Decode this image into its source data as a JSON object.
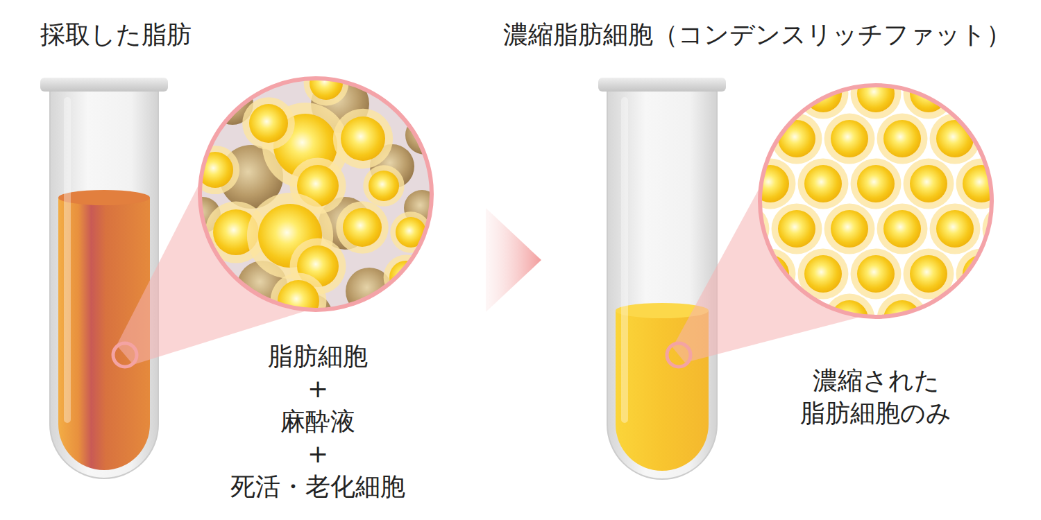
{
  "diagram": {
    "nodes": [
      {
        "text": [
          "採取した脂肪",
          "脂肪細胞 + 麻酔液 + 死活・老化細胞"
        ]
      },
      {
        "text": [
          "濃縮脂肪細胞（コンデンスリッチファット）",
          "濃縮された 脂肪細胞のみ"
        ]
      }
    ],
    "edges": [
      {
        "from": 0,
        "to": 1,
        "arrow": "to"
      }
    ]
  }
}
